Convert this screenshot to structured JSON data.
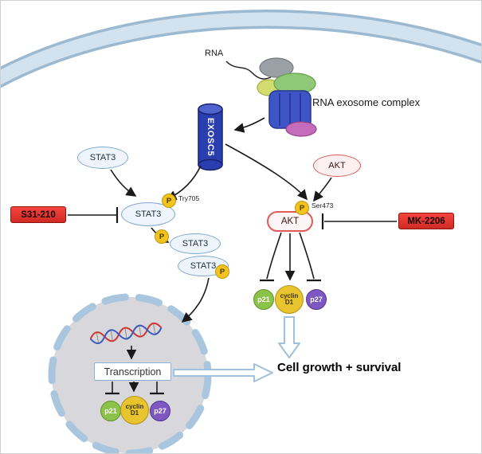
{
  "labels": {
    "rna": "RNA",
    "rna_exosome_complex": "RNA exosome complex",
    "exosc5": "EXOSC5",
    "stat3": "STAT3",
    "akt": "AKT",
    "phospho": "P",
    "try705": "Try705",
    "ser473": "Ser473",
    "inhibitor_left": "S31-210",
    "inhibitor_right": "MK-2206",
    "transcription": "Transcription",
    "p21": "p21",
    "cyclin_d1": "cyclin D1",
    "p27": "p27",
    "cell_growth": "Cell growth + survival"
  },
  "colors": {
    "membrane_band": "#d2e2ee",
    "membrane_edge": "#9bb9d0",
    "inhibitor_red": "#ee3a34",
    "phospho_yellow": "#f2c21d",
    "p21_green": "#8bc34a",
    "cyclin_d1_yellow": "#e8c52e",
    "p27_purple": "#7e57c2",
    "stat3_fill": "#edf4fb",
    "stat3_border": "#7fa8d0",
    "akt_border": "#df5b5b",
    "exosc5_blue": "#2b3eb0",
    "nucleus_fill": "#d8d8dc",
    "nucleus_border": "#a9c6de",
    "outline_arrow_stroke": "#9fc0de"
  }
}
